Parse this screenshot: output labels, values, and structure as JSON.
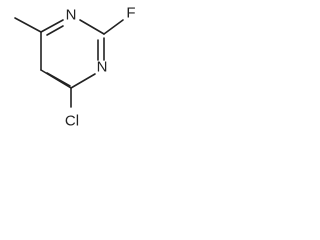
{
  "structure": {
    "atoms": {
      "n_top": "N",
      "f": "F",
      "n_right": "N",
      "cl": "Cl"
    }
  }
}
